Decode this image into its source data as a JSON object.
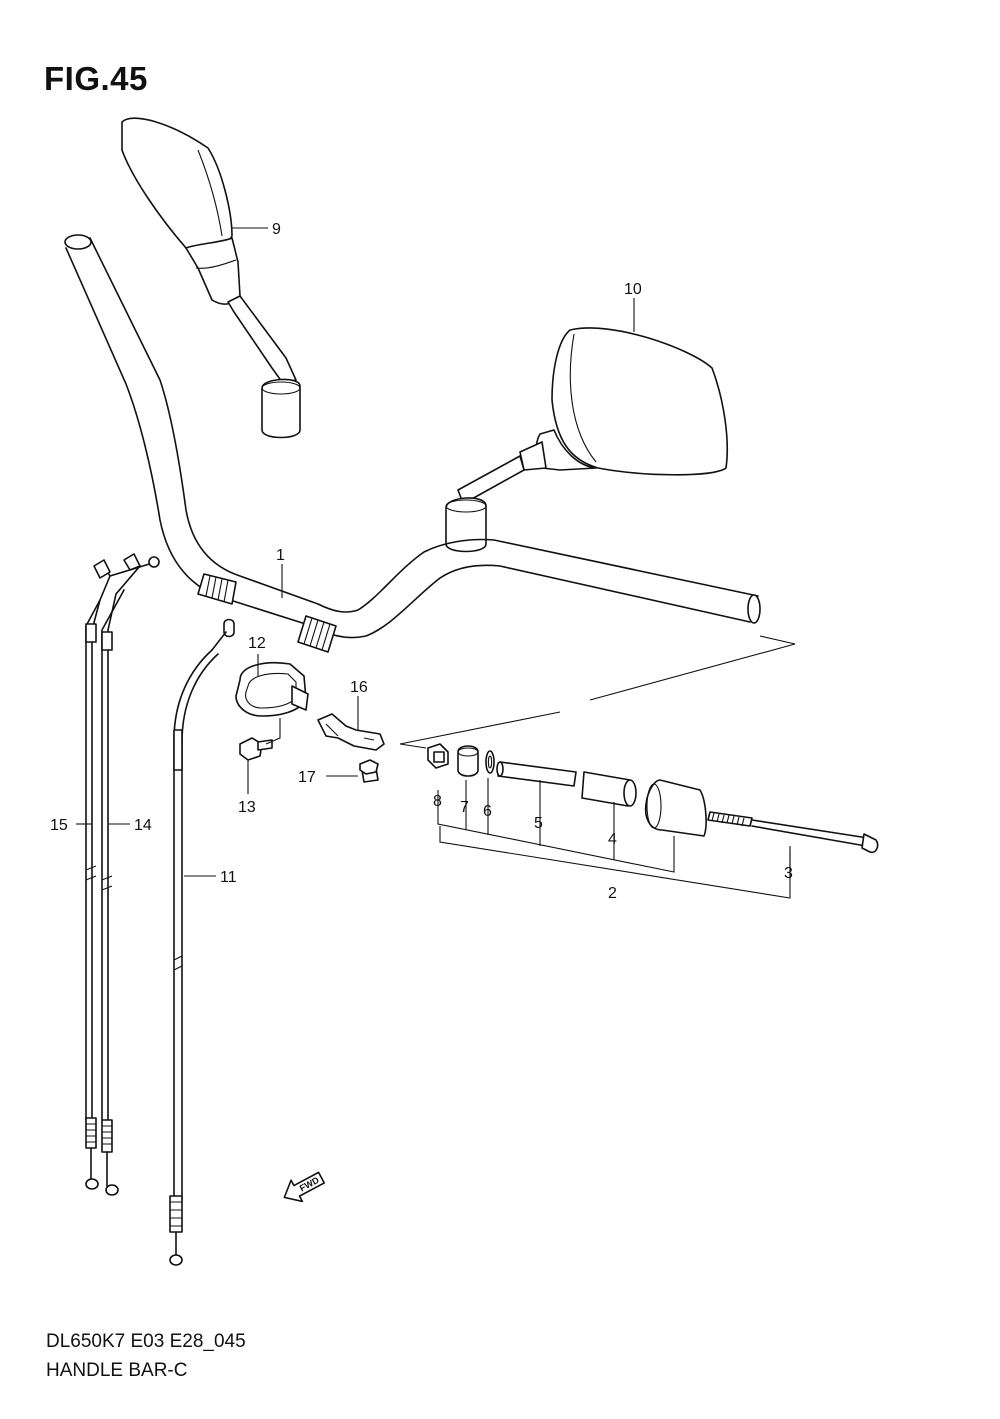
{
  "figure": {
    "title": "FIG.45"
  },
  "footer": {
    "model_code": "DL650K7 E03 E28_045",
    "section_name": "HANDLE BAR-C"
  },
  "callouts": {
    "p1": "1",
    "p2": "2",
    "p3": "3",
    "p4": "4",
    "p5": "5",
    "p6": "6",
    "p7": "7",
    "p8": "8",
    "p9": "9",
    "p10": "10",
    "p11": "11",
    "p12": "12",
    "p13": "13",
    "p14": "14",
    "p15": "15",
    "p16": "16",
    "p17": "17"
  },
  "direction_arrow": {
    "label": "FWD",
    "icon": "forward-arrow-icon"
  }
}
